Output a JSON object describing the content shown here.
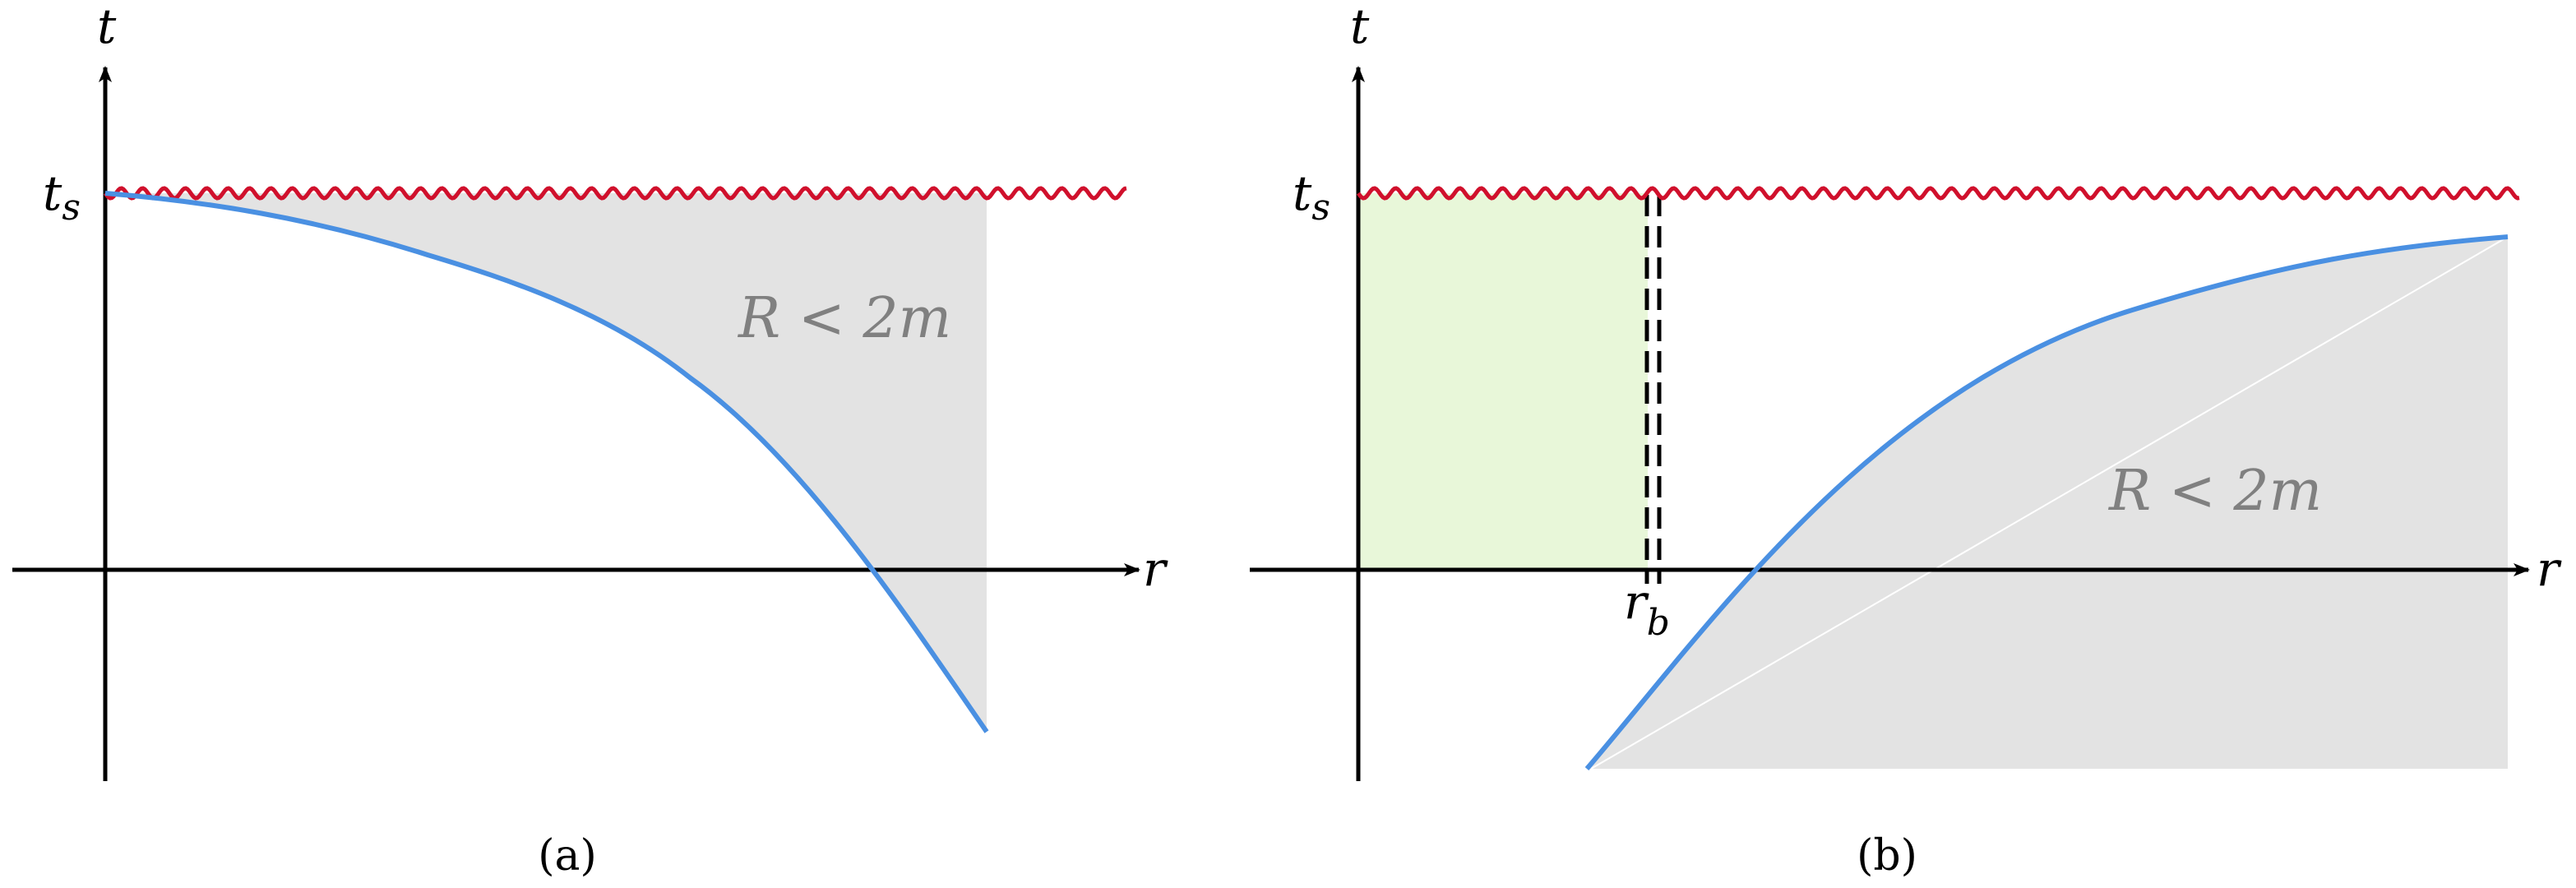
{
  "panels": [
    {
      "axis_t": "t",
      "axis_r": "r",
      "ts_main": "t",
      "ts_sub": "s",
      "region_label": "R < 2m",
      "caption": "(a)"
    },
    {
      "axis_t": "t",
      "axis_r": "r",
      "ts_main": "t",
      "ts_sub": "s",
      "rb_main": "r",
      "rb_sub": "b",
      "region_label": "R < 2m",
      "caption": "(b)"
    }
  ],
  "colors": {
    "axis": "#000000",
    "singularity": "#d0102c",
    "curve": "#4a90e2",
    "region": "#e3e3e3",
    "interior": "#e8f7d9",
    "label": "#808080"
  }
}
